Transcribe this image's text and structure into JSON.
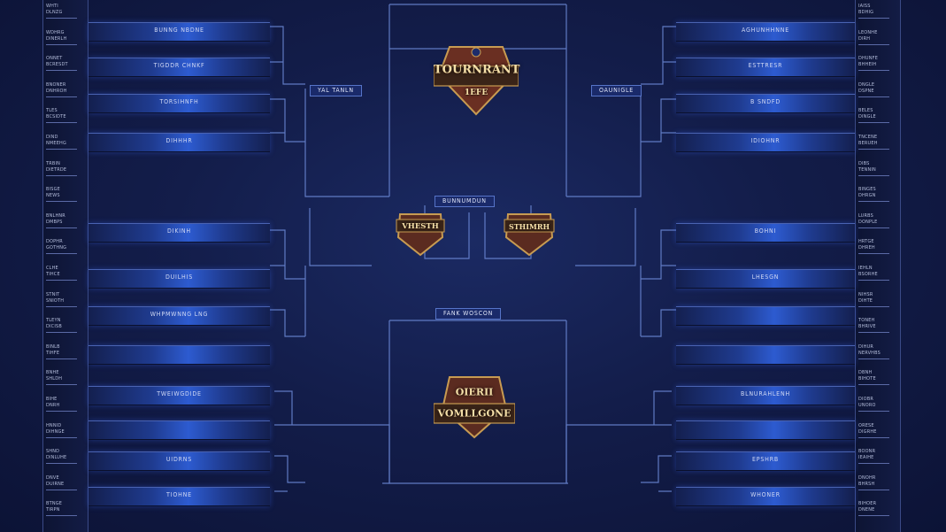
{
  "header_badge": {
    "line1": "TOURNRANT",
    "line2": "1EFE"
  },
  "final_tag": "BUNNUMDUN",
  "semifinal_left_badge": "VHESTH",
  "semifinal_right_badge": "STHIMRH",
  "third_place_tag": "FANK WOSCON",
  "bottom_badge": {
    "line1": "OIERII",
    "line2": "VOMLLGONE"
  },
  "left_quarter_tags": [
    "YAL TANLN"
  ],
  "right_quarter_tags": [
    "OAUNIGLE"
  ],
  "left_slots": [
    "BUNNG NBDNE",
    "TIGDDR CHNKF",
    "TORSIHNFH",
    "DIHHHR",
    "DIKINH",
    "DUILHIS",
    "WHPMWNNG LNG",
    "",
    "TWEIWGDIDE",
    "",
    "UIDRNS",
    "TIOHNE"
  ],
  "right_slots": [
    "AGHUNHHNNE",
    "ESTTRESR",
    "B SNDFD",
    "IDIOHNR",
    "BOHNI",
    "LHESGN",
    "",
    "",
    "BLNURAHLENH",
    "",
    "EPSHRB",
    "WHONER"
  ],
  "left_column_entries": [
    [
      "WHTI",
      "DLNZG"
    ],
    [
      "WDHRG",
      "DINERLH"
    ],
    [
      "ONNET",
      "BCRESDT"
    ],
    [
      "BNONER",
      "DNHROH"
    ],
    [
      "TLES",
      "BCSIDTE"
    ],
    [
      "DIND",
      "NMEEHG"
    ],
    [
      "TRBIN",
      "DIETRDE"
    ],
    [
      "BISGE",
      "NEWS"
    ],
    [
      "BNLHNR",
      "DMBPS"
    ],
    [
      "DOPHR",
      "GOTHNG"
    ],
    [
      "CLHE",
      "TIHCE"
    ],
    [
      "STNIT",
      "SNIOTH"
    ],
    [
      "TLEYN",
      "DICISB"
    ],
    [
      "BINLB",
      "TIHFE"
    ],
    [
      "BNHE",
      "SHLDH"
    ],
    [
      "BIHE",
      "DNRH"
    ],
    [
      "HNNID",
      "DIHNGE"
    ],
    [
      "SHND",
      "DINLUHE"
    ],
    [
      "DNVE",
      "DUIRNE"
    ],
    [
      "BTNGE",
      "TIRPN"
    ]
  ],
  "right_column_entries": [
    [
      "IAISS",
      "BDHIG"
    ],
    [
      "LEONHE",
      "DIRH"
    ],
    [
      "DHUNFE",
      "BHHEIH"
    ],
    [
      "DNGLE",
      "DSPNE"
    ],
    [
      "BELES",
      "DINGLE"
    ],
    [
      "TNCENE",
      "BERUEH"
    ],
    [
      "DIBS",
      "TENNIN"
    ],
    [
      "BINGES",
      "DHRGN"
    ],
    [
      "LURBS",
      "DONPLE"
    ],
    [
      "HRTGE",
      "DHREH"
    ],
    [
      "IEHLN",
      "BSORHE"
    ],
    [
      "NIHSR",
      "DIHTE"
    ],
    [
      "TONEH",
      "BHRIVE"
    ],
    [
      "DIHUR",
      "NERVHBS"
    ],
    [
      "DBNH",
      "BIHOTE"
    ],
    [
      "DIOBR",
      "UNORO"
    ],
    [
      "ORESE",
      "DIGRHE"
    ],
    [
      "BOONR",
      "IEAIHE"
    ],
    [
      "DNOHR",
      "BHRSH"
    ],
    [
      "BIHOER",
      "DNENE"
    ]
  ],
  "colors": {
    "accent_blue": "#2d5bd0",
    "line": "#6d8ad8",
    "badge_gold": "#c79b52",
    "badge_body": "#6a2f22"
  }
}
